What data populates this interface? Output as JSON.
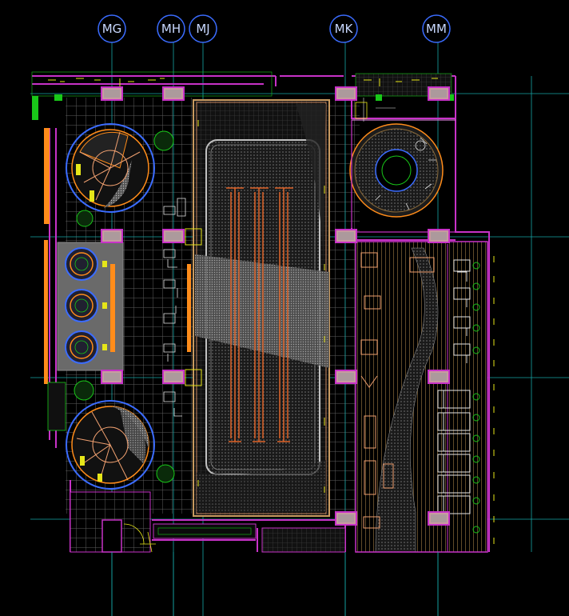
{
  "drawing": {
    "background": "#000000",
    "colors": {
      "grid_line": "#17a6a6",
      "bubble": "#3b6cff",
      "wall": "#c832c8",
      "column": "#a0a0a0",
      "column_fill": "#c89aa0",
      "tile": "#7a7a7a",
      "pool_edge": "#c0c0c0",
      "lane": "#e0652a",
      "orange_accent": "#ff8c1a",
      "equipment": "#f0a070",
      "green": "#19c819",
      "yellow": "#e6e619",
      "white": "#e6e6e6"
    },
    "grid_axes": [
      {
        "label": "MG"
      },
      {
        "label": "MH"
      },
      {
        "label": "MJ"
      },
      {
        "label": "MK"
      },
      {
        "label": "MM"
      }
    ]
  }
}
